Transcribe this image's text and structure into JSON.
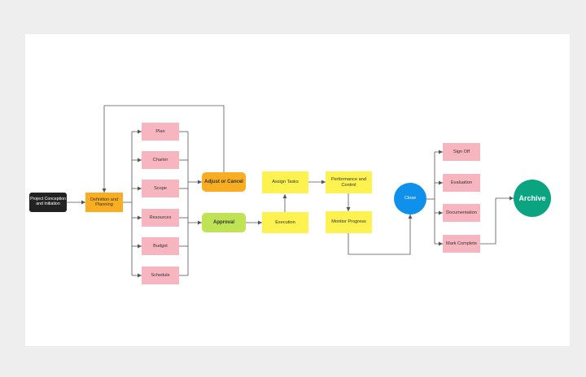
{
  "colors": {
    "pink": "#f7b5bf",
    "yellow": "#fdf24f",
    "orange": "#f9ad20",
    "green": "#bfe354",
    "blue": "#0f91eb",
    "teal": "#0aa480",
    "dark": "#222222",
    "line": "#555555"
  },
  "nodes": {
    "start": "Project Conception and Initiation",
    "definition": "Definition and Planning",
    "plan": "Plan",
    "charter": "Charter",
    "scope": "Scope",
    "resources": "Resources",
    "budget": "Budget",
    "schedule": "Schedule",
    "adjust": "Adjust or Cancel",
    "approval": "Approval",
    "assign": "Assign Tasks",
    "execution": "Execution",
    "performance": "Performance and Control",
    "monitor": "Monitor Progress",
    "close": "Close",
    "signoff": "Sign Off",
    "evaluation": "Evaluation",
    "documentation": "Documentation",
    "markcomplete": "Mark Complete",
    "archive": "Archive"
  }
}
